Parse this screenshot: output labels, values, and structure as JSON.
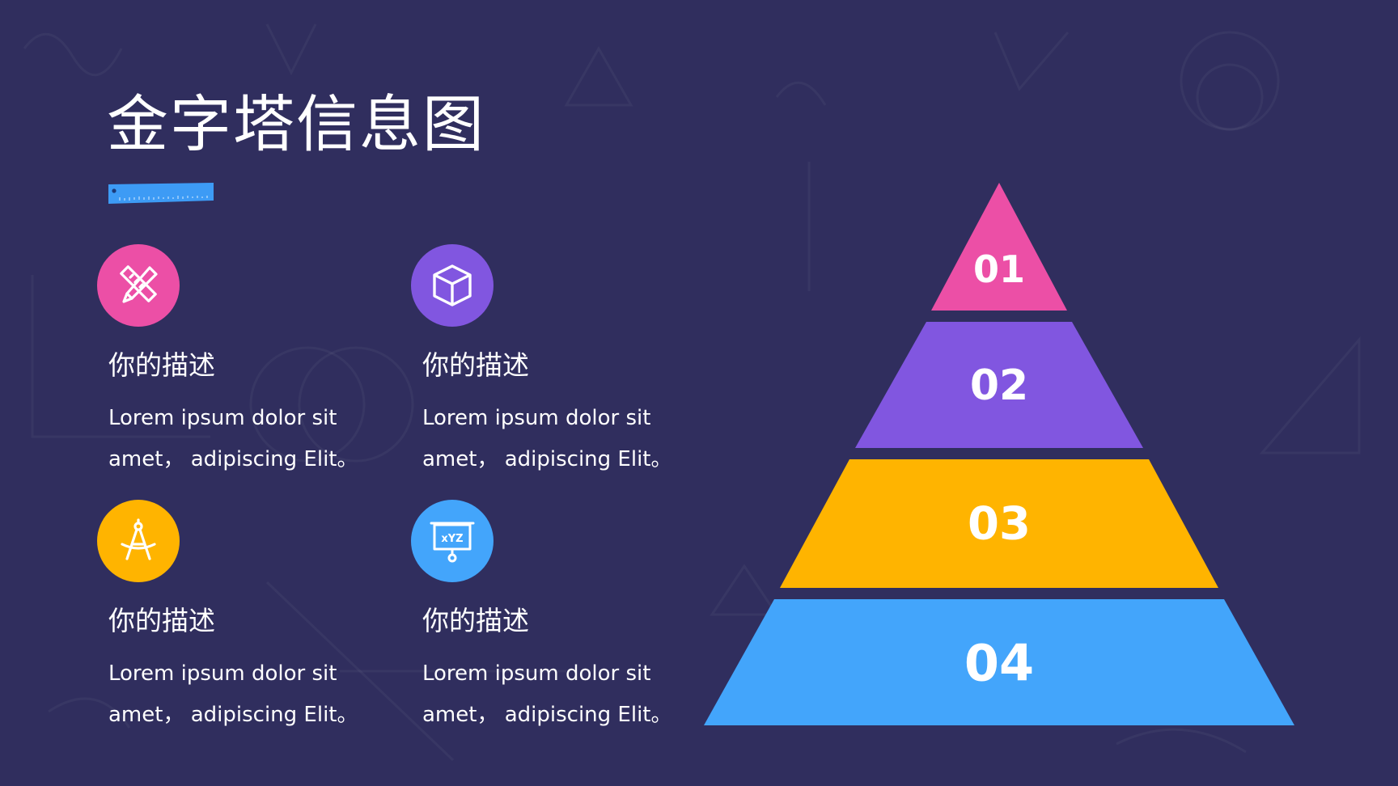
{
  "title": "金字塔信息图",
  "colors": {
    "background": "#302e5e",
    "pink": "#ec4fa6",
    "purple": "#8156e0",
    "yellow": "#ffb400",
    "blue": "#43a5fb",
    "ruler": "#3d9bf5"
  },
  "cards": [
    {
      "icon": "ruler-pencil-icon",
      "heading": "你的描述",
      "line1": "Lorem ipsum dolor sit",
      "line2": "amet， adipiscing Elit。"
    },
    {
      "icon": "cube-icon",
      "heading": "你的描述",
      "line1": "Lorem ipsum dolor sit",
      "line2": "amet， adipiscing Elit。"
    },
    {
      "icon": "compass-icon",
      "heading": "你的描述",
      "line1": "Lorem ipsum dolor sit",
      "line2": "amet， adipiscing Elit。"
    },
    {
      "icon": "xyz-board-icon",
      "heading": "你的描述",
      "line1": "Lorem ipsum dolor sit",
      "line2": "amet， adipiscing Elit。"
    }
  ],
  "pyramid": {
    "levels": [
      "01",
      "02",
      "03",
      "04"
    ]
  },
  "board_text": "xYZ"
}
